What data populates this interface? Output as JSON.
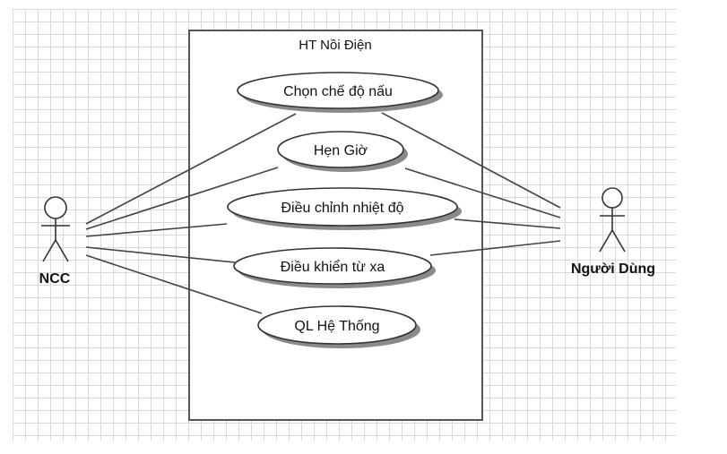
{
  "system": {
    "title": "HT Nồi Điện"
  },
  "actors": {
    "left": {
      "name": "NCC"
    },
    "right": {
      "name": "Người Dùng"
    }
  },
  "use_cases": [
    {
      "label": "Chọn chế độ nấu"
    },
    {
      "label": "Hẹn Giờ"
    },
    {
      "label": "Điều chỉnh nhiệt độ"
    },
    {
      "label": "Điều khiển từ xa"
    },
    {
      "label": "QL Hệ Thống"
    }
  ],
  "associations": {
    "NCC": [
      "Chọn chế độ nấu",
      "Hẹn Giờ",
      "Điều chỉnh nhiệt độ",
      "Điều khiển từ xa",
      "QL Hệ Thống"
    ],
    "Người Dùng": [
      "Chọn chế độ nấu",
      "Hẹn Giờ",
      "Điều chỉnh nhiệt độ",
      "Điều khiển từ xa"
    ]
  },
  "colors": {
    "line": "#444444",
    "shadow": "#8a8a8a",
    "grid": "#d9d9d9"
  }
}
